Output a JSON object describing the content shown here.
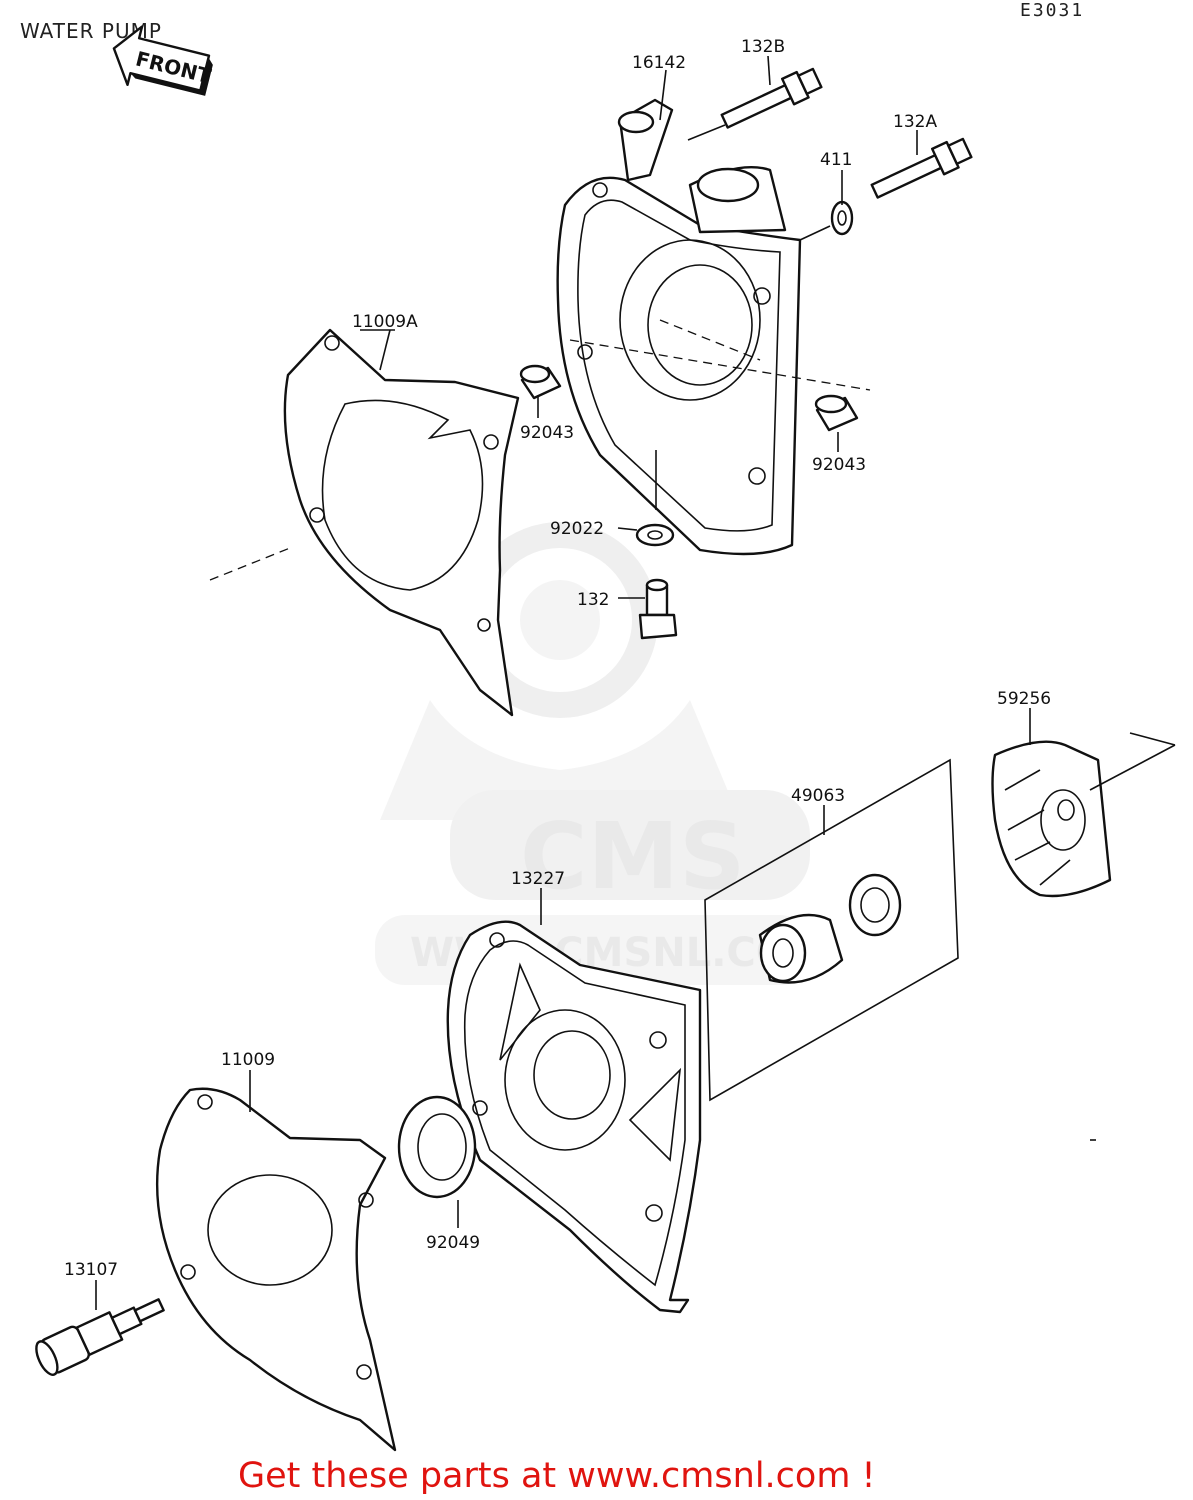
{
  "header": {
    "title": "WATER PUMP",
    "drawing_code": "E3031"
  },
  "front_stamp": {
    "text": "FRONT"
  },
  "watermark": {
    "brand": "CMS",
    "url": "WWW.CMSNL.COM"
  },
  "parts": {
    "p16142": "16142",
    "p132B": "132B",
    "p132A": "132A",
    "p411": "411",
    "p11009A": "11009A",
    "p92043_left": "92043",
    "p92043_right": "92043",
    "p92022": "92022",
    "p132": "132",
    "p59256": "59256",
    "p49063": "49063",
    "p13227": "13227",
    "p11009": "11009",
    "p92049": "92049",
    "p13107": "13107"
  },
  "footer": {
    "promo": "Get these parts at www.cmsnl.com !"
  }
}
